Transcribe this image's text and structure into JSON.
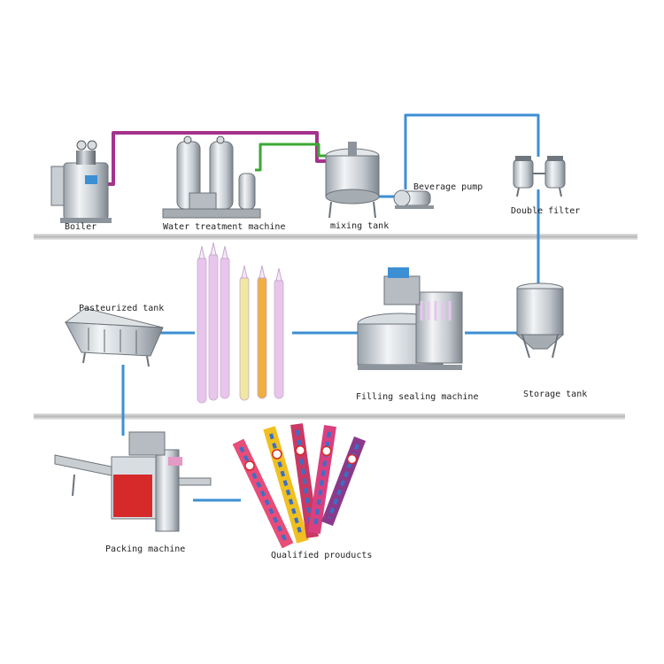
{
  "labels": {
    "boiler": "Boiler",
    "water_treatment": "Water treatment machine",
    "mixing_tank": "mixing tank",
    "beverage_pump": "Beverage pump",
    "double_filter": "Double filter",
    "pasteurized_tank": "Pasteurized tank",
    "filling_sealing": "Filling sealing machine",
    "storage_tank": "Storage tank",
    "packing_machine": "Packing machine",
    "qualified_products": "Qualified prouducts"
  },
  "pipe_colors": {
    "steam": "#a4338c",
    "water": "#3aa832",
    "product": "#3d8fd4"
  },
  "stick_colors": [
    "#e8c6ec",
    "#e8c6ec",
    "#efe8a0",
    "#eeb040",
    "#e8c6ec"
  ],
  "pack_colors": [
    "#e84c78",
    "#f0c020",
    "#c83a64",
    "#d94080",
    "#8a3a8a"
  ]
}
